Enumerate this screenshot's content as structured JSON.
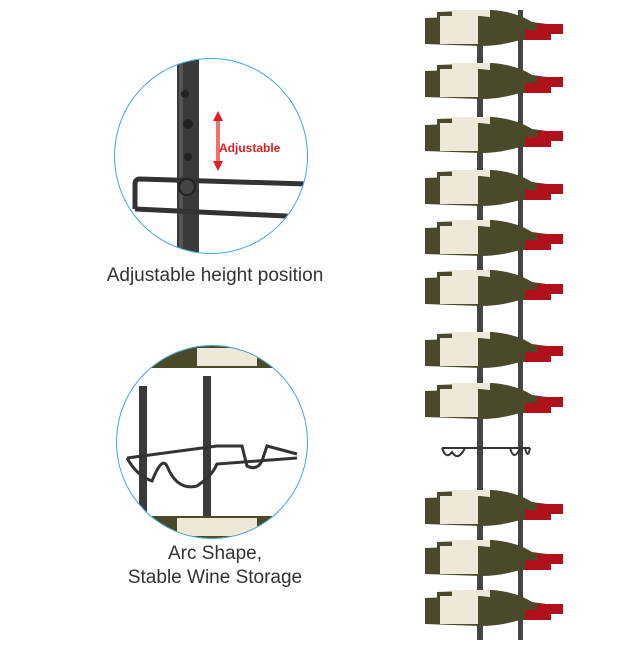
{
  "features": [
    {
      "caption": "Adjustable height position",
      "callout": "Adjustable"
    },
    {
      "caption_line1": "Arc Shape,",
      "caption_line2": "Stable Wine Storage"
    }
  ],
  "rack": {
    "bottle_rows": 11,
    "empty_rows": 1
  },
  "colors": {
    "circle_border": "#3ea8dc",
    "callout": "#e02020",
    "caption": "#333333",
    "metal": "#3a3a3a",
    "capsule": "#b0101c",
    "glass": "#4a4a2a"
  }
}
